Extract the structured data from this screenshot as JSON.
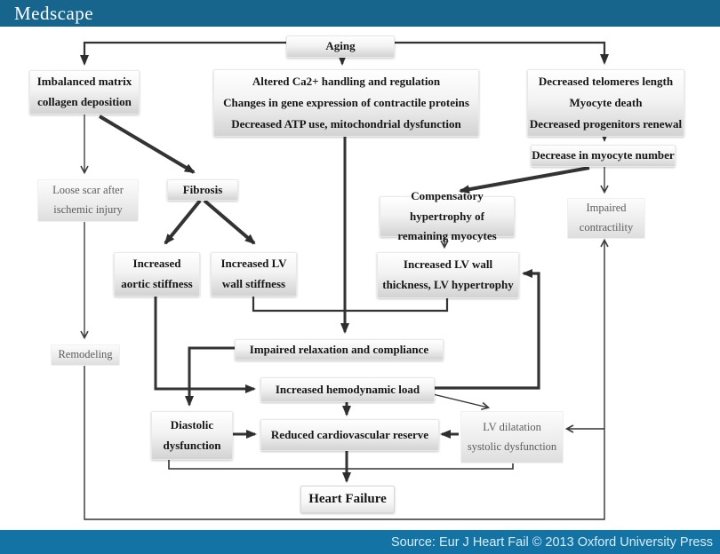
{
  "header": {
    "brand": "Medscape"
  },
  "footer": {
    "source_text": "Source: Eur J Heart Fail © 2013 Oxford University Press"
  },
  "colors": {
    "header_bg": "#17658d",
    "footer_bg": "#1273a4",
    "line_color": "#333333",
    "box_text": "#161616",
    "light_text": "#5d5d5d"
  },
  "diagram": {
    "nodes": {
      "aging": {
        "label": "Aging"
      },
      "imbalanced": {
        "label": "Imbalanced matrix\ncollagen deposition"
      },
      "ca2": {
        "label": "Altered Ca2+ handling and regulation\nChanges in gene expression of contractile proteins\nDecreased ATP use, mitochondrial dysfunction"
      },
      "telomeres": {
        "label": "Decreased telomeres length\nMyocyte death\nDecreased progenitors renewal"
      },
      "myonumber": {
        "label": "Decrease in myocyte number"
      },
      "loosescar": {
        "label": "Loose scar after\nischemic injury"
      },
      "fibrosis": {
        "label": "Fibrosis"
      },
      "compensatory": {
        "label": "Compensatory hypertrophy of\nremaining myocytes"
      },
      "contractility": {
        "label": "Impaired\ncontractility"
      },
      "aortic": {
        "label": "Increased\naortic stiffness"
      },
      "lvstiff": {
        "label": "Increased LV\nwall stiffness"
      },
      "lvthick": {
        "label": "Increased LV wall\nthickness, LV hypertrophy"
      },
      "relaxation": {
        "label": "Impaired relaxation and compliance"
      },
      "remodeling": {
        "label": "Remodeling"
      },
      "hemodynamic": {
        "label": "Increased hemodynamic load"
      },
      "diastolic": {
        "label": "Diastolic\ndysfunction"
      },
      "reduced": {
        "label": "Reduced cardiovascular reserve"
      },
      "lvdilат_note": "",
      "lvdilat": {
        "label": "LV dilatation\nsystolic dysfunction"
      },
      "heartfailure": {
        "label": "Heart Failure"
      }
    }
  }
}
